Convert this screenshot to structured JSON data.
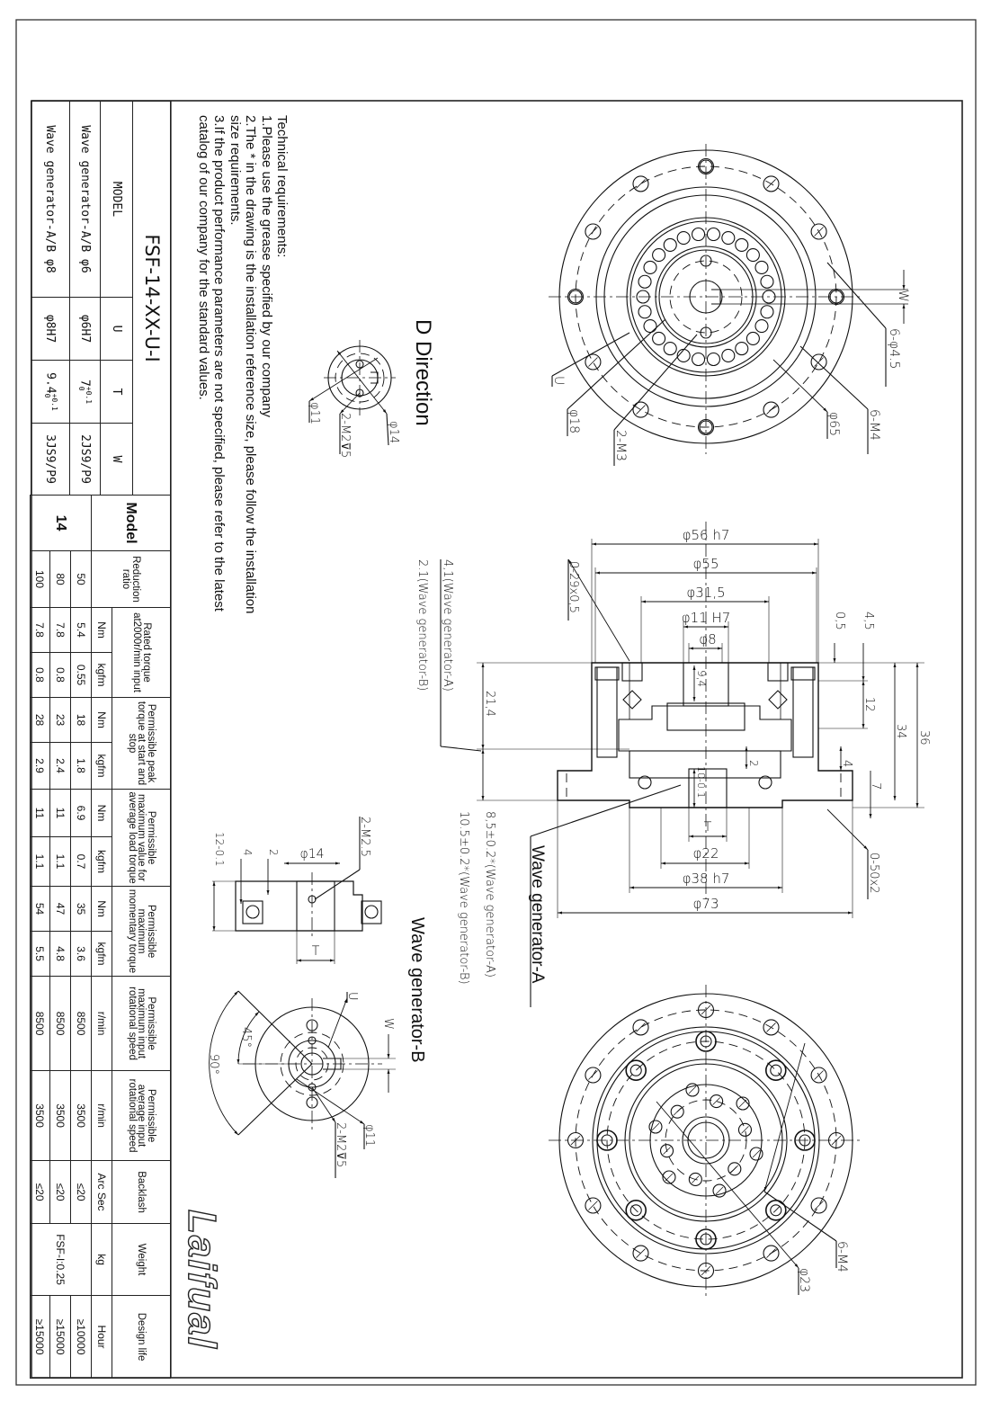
{
  "model_table": {
    "title": "FSF-14-XX-U-I",
    "headers": [
      "MODEL",
      "U",
      "T",
      "W"
    ],
    "rows": [
      {
        "model": "Wave generator-A/B φ6",
        "u": "φ6H7",
        "t": "7",
        "t_upper": "+0.1",
        "t_lower": "0",
        "w": "2JS9/P9"
      },
      {
        "model": "Wave generator-A/B φ8",
        "u": "φ8H7",
        "t": "9.4",
        "t_upper": "+0.1",
        "t_lower": "0",
        "w": "3JS9/P9"
      }
    ]
  },
  "spec_table": {
    "model_header": "Model",
    "model_value": "14",
    "ratio_header": "Reduction ratio",
    "groups": [
      "Rated torque at2000r/min input",
      "Permissible peak torque at start and stop",
      "Permissible maximum value for average load torque",
      "Permissible maximum momentary torque",
      "Permissible maximum input rotational speed",
      "Permissible average input rotational speed",
      "Backlash",
      "Weight",
      "Design life"
    ],
    "units": [
      "Nm",
      "kgfm",
      "Nm",
      "kgfm",
      "Nm",
      "kgfm",
      "Nm",
      "kgfm",
      "r/min",
      "r/min",
      "Arc Sec",
      "kg",
      "Hour"
    ],
    "weight_value": "FSF-I:0.25",
    "rows": [
      {
        "ratio": "50",
        "values": [
          "5.4",
          "0.55",
          "18",
          "1.8",
          "6.9",
          "0.7",
          "35",
          "3.6",
          "8500",
          "3500",
          "≤20"
        ],
        "life": "≥10000"
      },
      {
        "ratio": "80",
        "values": [
          "7.8",
          "0.8",
          "23",
          "2.4",
          "11",
          "1.1",
          "47",
          "4.8",
          "8500",
          "3500",
          "≤20"
        ],
        "life": "≥15000"
      },
      {
        "ratio": "100",
        "values": [
          "7.8",
          "0.8",
          "28",
          "2.9",
          "11",
          "1.1",
          "54",
          "5.5",
          "8500",
          "3500",
          "≤20"
        ],
        "life": "≥15000"
      }
    ]
  },
  "technical_requirements": {
    "title": "Technical requirements:",
    "lines": [
      "1.Please use the grease specified by our company",
      "2.The * in the drawing is the installation reference size, please follow the installation",
      "size requirements.",
      "3.If the product performance parameters are not specified, please refer to the latest",
      "catalog of our company for the standard values."
    ]
  },
  "views": {
    "top_view": {
      "w": "W",
      "holes": "6-φ4.5",
      "thread": "6-M4",
      "pcd": "φ65",
      "u": "U",
      "bore": "φ18",
      "thread2": "2-M3"
    },
    "section": {
      "d56": "φ56 h7",
      "d55": "φ55",
      "d31": "φ31,5",
      "d11": "φ11 H7",
      "d8": "φ8",
      "d22": "φ22",
      "d38": "φ38 h7",
      "d73": "φ73",
      "oring1": "0-29x0,5",
      "oring2": "0-50x2",
      "h05": "0,5",
      "h45": "4,5",
      "h12": "12",
      "h34": "34",
      "h36": "36",
      "h4": "4",
      "h7": "7",
      "h214": "21,4",
      "h94": "9,4",
      "h10": "10-0.1",
      "h2": "2",
      "t": "T",
      "note_a": "4,1(Wave generator-A)",
      "note_b": "2.1(Wave generator-B)",
      "ref_a": "8,5±0.2*(Wave generator-A)",
      "ref_b": "10.5±0.2*(Wave generator-B)",
      "wga_title": "Wave generator-A"
    },
    "d_direction": {
      "title": "D Direction",
      "d14": "φ14",
      "thread": "2-M2⊽5",
      "d11": "φ11"
    },
    "wave_generator_b": {
      "title": "Wave generator-B",
      "thread_side": "2-M2.5",
      "d14": "φ14",
      "h12": "12-0.1",
      "h4": "4",
      "h2": "2",
      "t": "T",
      "w": "W",
      "u": "U",
      "d11": "φ11",
      "thread": "2-M2⊽5",
      "a45": "45°",
      "a90": "90°"
    },
    "bottom_view": {
      "thread": "6-M4",
      "d23": "φ23"
    }
  },
  "logo": "Laifual"
}
